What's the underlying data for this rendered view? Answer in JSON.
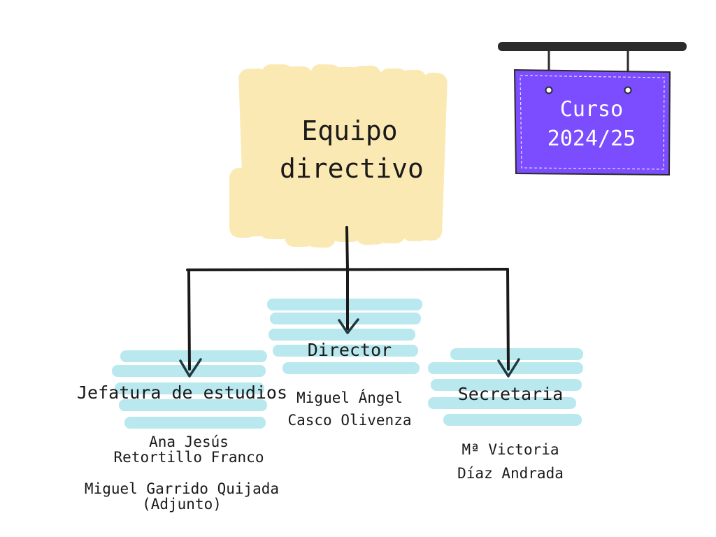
{
  "title": {
    "line1": "Equipo",
    "line2": "directivo"
  },
  "sign": {
    "line1": "Curso",
    "line2": "2024/25"
  },
  "roles": {
    "jefatura": "Jefatura de estudios",
    "director": "Director",
    "secretaria": "Secretaria"
  },
  "people": {
    "director": {
      "line1": "Miguel Ángel",
      "line2": "Casco Olivenza"
    },
    "secretaria": {
      "line1": "Mª Victoria",
      "line2": "Díaz Andrada"
    },
    "jefe1": {
      "line1": "Ana Jesús",
      "line2": "Retortillo Franco"
    },
    "jefe2": {
      "line1": "Miguel Garrido Quijada",
      "line2": "(Adjunto)"
    }
  },
  "colors": {
    "title_highlight": "#fbe6a6",
    "role_highlight": "#a8e3ea",
    "sign": "#7c4dff",
    "rod": "#2b2b2b",
    "arrow": "#1e3a3f"
  }
}
